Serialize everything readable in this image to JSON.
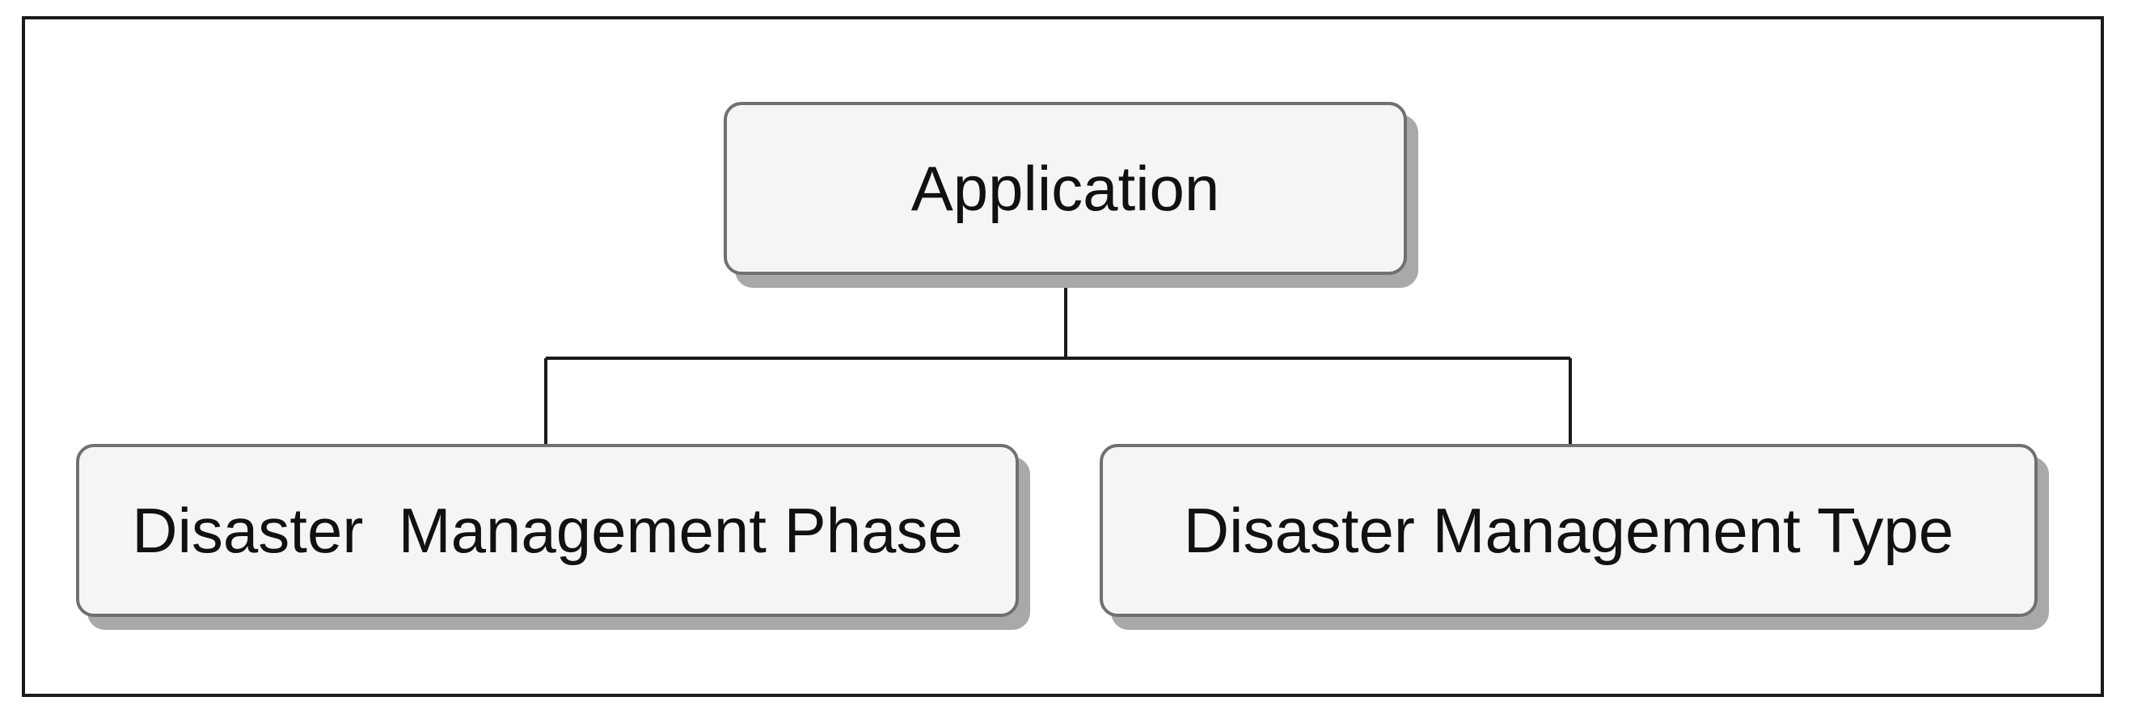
{
  "diagram": {
    "type": "hierarchy",
    "root": {
      "label": "Application"
    },
    "children": [
      {
        "label": "Disaster  Management Phase"
      },
      {
        "label": "Disaster Management Type"
      }
    ],
    "colors": {
      "node_fill": "#f4f6f5",
      "node_border": "#707070",
      "shadow": "#a9a9a9",
      "lines": "#1a1a1a",
      "frame": "#1a1a1a"
    }
  }
}
